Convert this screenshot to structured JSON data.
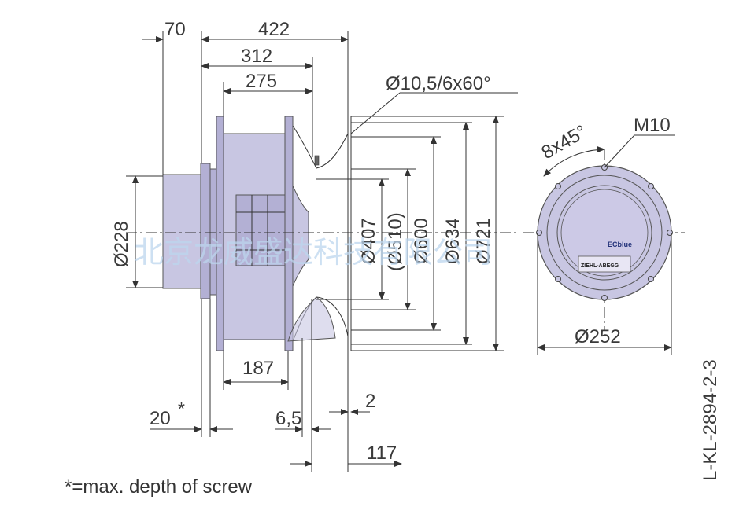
{
  "dimensions": {
    "d70": "70",
    "d422": "422",
    "d312": "312",
    "d275": "275",
    "holes": "Ø10,5/6x60°",
    "dia228": "Ø228",
    "dia407": "Ø407",
    "dia510": "(Ø510)",
    "dia600": "Ø600",
    "dia634": "Ø634",
    "dia721": "Ø721",
    "d187": "187",
    "d20": "20",
    "star": "*",
    "d65": "6,5",
    "d2": "2",
    "d117": "117"
  },
  "front_view": {
    "angle": "8x45°",
    "thread": "M10",
    "dia252": "Ø252",
    "brand_top": "ECblue",
    "brand_bottom": "ZIEHL-ABEGG"
  },
  "drawing_number": "L-KL-2894-2-3",
  "note": "*=max. depth of screw",
  "watermark": "北京龙威盛达科技有限公司",
  "colors": {
    "body": "#c8c6e2",
    "lines": "#333333",
    "watermark": "#bcd6ee"
  }
}
